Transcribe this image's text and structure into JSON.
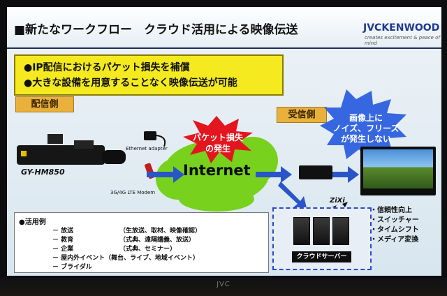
{
  "slide": {
    "title": "■新たなワークフロー　クラウド活用による映像伝送",
    "brand": "JVCKENWOOD",
    "brand_tagline": "creates excitement & peace of mind",
    "bullets": [
      "●IP配信におけるパケット損失を補償",
      "●大きな設備を用意することなく映像伝送が可能"
    ],
    "sender_tag": "配信側",
    "receiver_tag": "受信側",
    "camera_model": "GY-HM850",
    "ethernet_label": "Ethernet adapter",
    "modem_label": "3G/4G LTE Modem",
    "burst_text_1": "パケット損失",
    "burst_text_2": "の発生",
    "cloud_label": "Internet",
    "balloon_text_1": "画像上に",
    "balloon_text_2": "ノイズ、フリーズ",
    "balloon_text_3": "が発生しない",
    "zixi_label": "ZiXi",
    "features": [
      "・信頼性向上",
      "・スイッチャー",
      "・タイムシフト",
      "・メディア変換"
    ],
    "cloud_server_label": "クラウドサーバー",
    "use_cases": {
      "heading": "●活用例",
      "items": [
        {
          "name": "－ 放送",
          "detail": "（生放送、取材、映像確認）"
        },
        {
          "name": "－ 教育",
          "detail": "（式典、遠隔講義、放送）"
        },
        {
          "name": "－ 企業",
          "detail": "（式典、セミナー）"
        },
        {
          "name": "－ 屋内外イベント（舞台、ライブ、地域イベント）",
          "detail": ""
        },
        {
          "name": "－ ブライダル",
          "detail": ""
        }
      ]
    }
  },
  "bezel_brand": "JVC",
  "colors": {
    "accent_yellow": "#f4ea1f",
    "tag_orange": "#e9b13b",
    "cloud_green": "#77d11d",
    "arrow_blue": "#2a55c8",
    "burst_red": "#e3151e"
  }
}
